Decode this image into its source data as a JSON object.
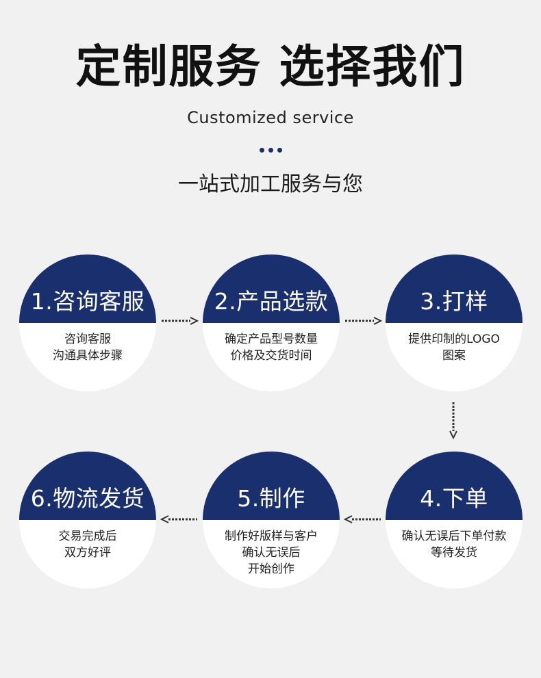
{
  "header": {
    "title": "定制服务 选择我们",
    "subtitle": "Customized service",
    "tagline": "一站式加工服务与您"
  },
  "colors": {
    "primary": "#1a2f6e",
    "background": "#f1f1f1"
  },
  "steps": [
    {
      "title": "1.咨询客服",
      "lines": [
        "咨询客服",
        "沟通具体步骤"
      ]
    },
    {
      "title": "2.产品选款",
      "lines": [
        "确定产品型号数量",
        "价格及交货时间"
      ]
    },
    {
      "title": "3.打样",
      "lines": [
        "提供印制的LOGO",
        "图案"
      ]
    },
    {
      "title": "4.下单",
      "lines": [
        "确认无误后下单付款",
        "等待发货"
      ]
    },
    {
      "title": "5.制作",
      "lines": [
        "制作好版样与客户",
        "确认无误后",
        "开始创作"
      ]
    },
    {
      "title": "6.物流发货",
      "lines": [
        "交易完成后",
        "双方好评"
      ]
    }
  ],
  "arrow_icon": "dashed-arrow-icon"
}
